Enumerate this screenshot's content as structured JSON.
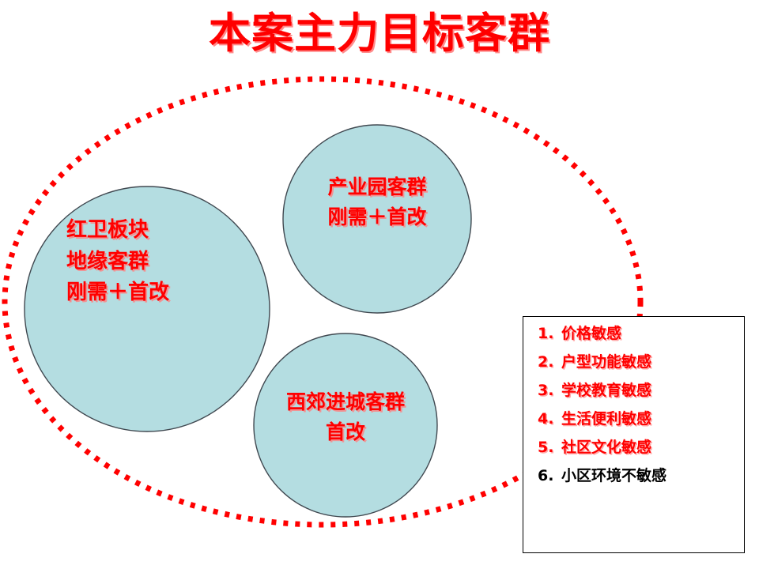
{
  "slide": {
    "title": "本案主力目标客群",
    "title_color": "#ff0000",
    "background": "#ffffff"
  },
  "diagram": {
    "boundary": {
      "shape": "dotted-ellipse",
      "color": "#ff0000",
      "style": "square-dotted"
    },
    "circle_fill": "#b4dde1",
    "circle_stroke": "#404850",
    "circles": [
      {
        "id": "left",
        "name": "hongwei-block-circle",
        "lines": [
          "红卫板块",
          "地缘客群",
          "刚需＋首改"
        ]
      },
      {
        "id": "top",
        "name": "industrial-park-circle",
        "lines": [
          "产业园客群",
          "刚需＋首改"
        ]
      },
      {
        "id": "bottom",
        "name": "west-suburb-circle",
        "lines": [
          "西郊进城客群",
          "首改"
        ]
      }
    ]
  },
  "sensitivity_box": {
    "border_color": "#000000",
    "items": [
      {
        "num": "1.",
        "label": "价格敏感",
        "color": "#ff0000"
      },
      {
        "num": "2.",
        "label": "户型功能敏感",
        "color": "#ff0000"
      },
      {
        "num": "3.",
        "label": "学校教育敏感",
        "color": "#ff0000"
      },
      {
        "num": "4.",
        "label": "生活便利敏感",
        "color": "#ff0000"
      },
      {
        "num": "5.",
        "label": "社区文化敏感",
        "color": "#ff0000"
      },
      {
        "num": "6.",
        "label": "小区环境不敏感",
        "color": "#000000"
      }
    ]
  }
}
